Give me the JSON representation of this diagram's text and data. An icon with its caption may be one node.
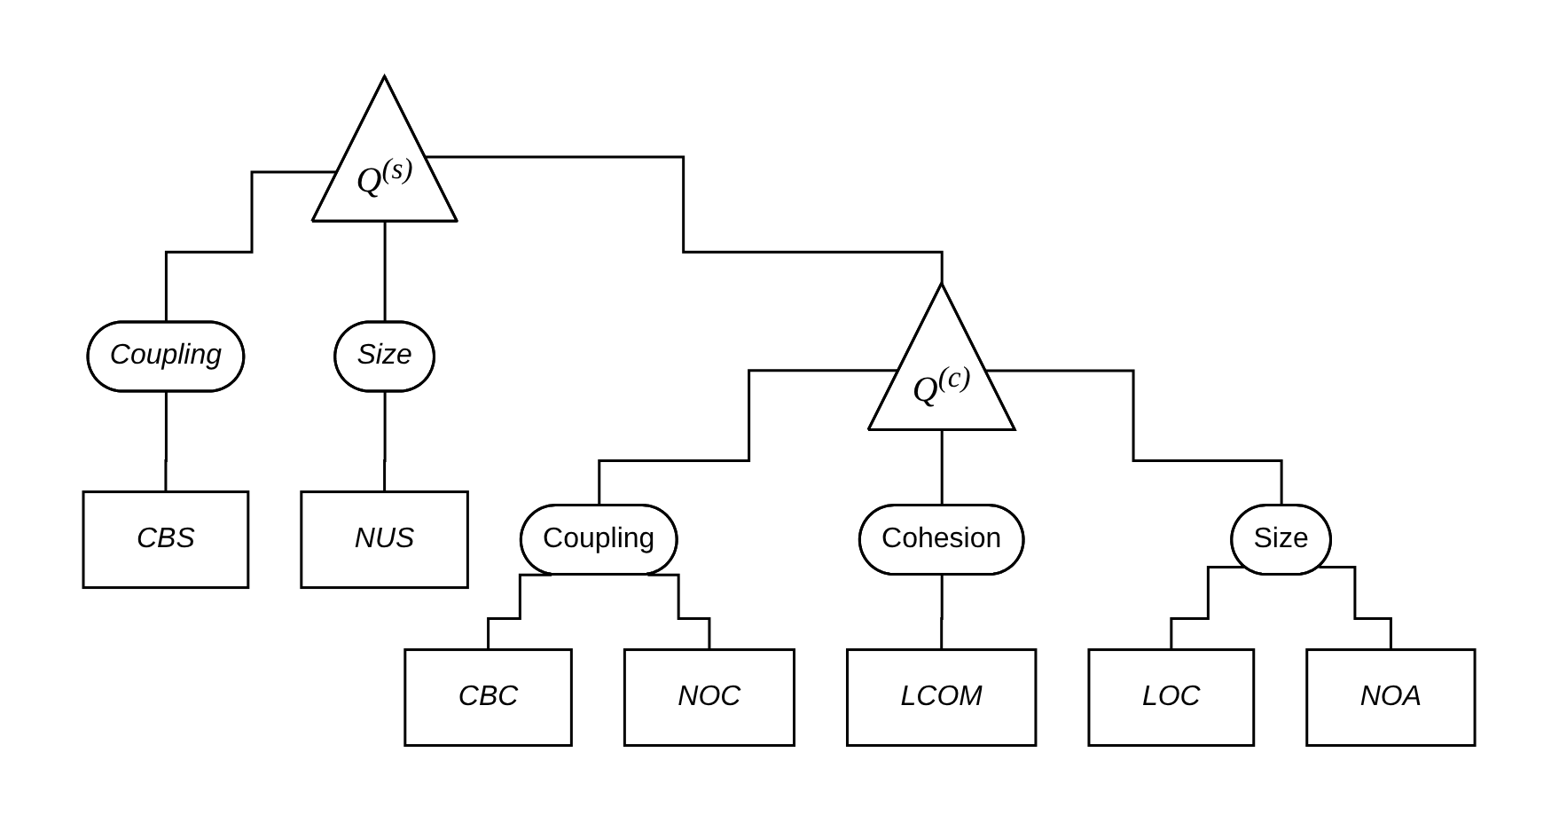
{
  "diagram": {
    "nodes": [
      {
        "text": [
          "Q$^{(s)}$"
        ]
      },
      {
        "text": [
          "Coupling"
        ]
      },
      {
        "text": [
          "Size"
        ]
      },
      {
        "text": [
          "CBS"
        ]
      },
      {
        "text": [
          "NUS"
        ]
      },
      {
        "text": [
          "Q$^{(c)}$"
        ]
      },
      {
        "text": [
          "Coupling"
        ]
      },
      {
        "text": [
          "Cohesion"
        ]
      },
      {
        "text": [
          "Size"
        ]
      },
      {
        "text": [
          "CBC"
        ]
      },
      {
        "text": [
          "NOC"
        ]
      },
      {
        "text": [
          "LCOM"
        ]
      },
      {
        "text": [
          "LOC"
        ]
      },
      {
        "text": [
          "NOA"
        ]
      }
    ],
    "edges": [
      {
        "from": 0,
        "to": 1,
        "arrow": "none"
      },
      {
        "from": 0,
        "to": 2,
        "arrow": "none"
      },
      {
        "from": 0,
        "to": 5,
        "arrow": "none"
      },
      {
        "from": 1,
        "to": 3,
        "arrow": "none"
      },
      {
        "from": 2,
        "to": 4,
        "arrow": "none"
      },
      {
        "from": 5,
        "to": 6,
        "arrow": "none"
      },
      {
        "from": 5,
        "to": 7,
        "arrow": "none"
      },
      {
        "from": 5,
        "to": 8,
        "arrow": "none"
      },
      {
        "from": 6,
        "to": 9,
        "arrow": "none"
      },
      {
        "from": 6,
        "to": 10,
        "arrow": "none"
      },
      {
        "from": 7,
        "to": 11,
        "arrow": "none"
      },
      {
        "from": 8,
        "to": 12,
        "arrow": "none"
      },
      {
        "from": 8,
        "to": 13,
        "arrow": "none"
      }
    ]
  }
}
